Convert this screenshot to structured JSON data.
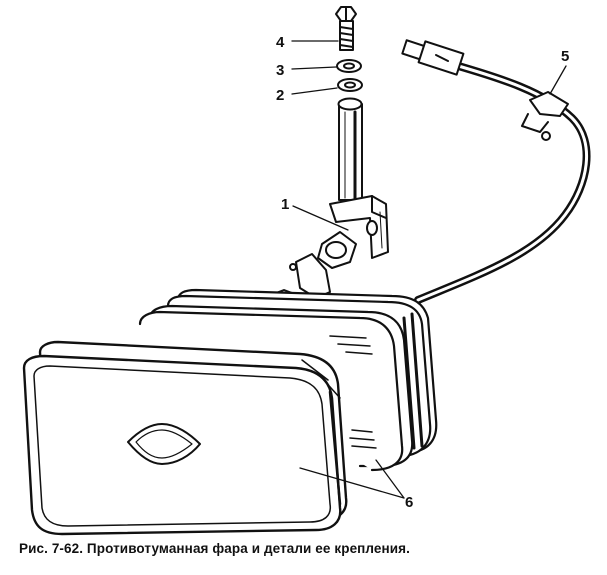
{
  "figure": {
    "callouts": {
      "c1": "1",
      "c2": "2",
      "c3": "3",
      "c4": "4",
      "c5": "5",
      "c6": "6"
    }
  },
  "caption": "Рис. 7-62. Противотуманная фара и детали ее крепления."
}
